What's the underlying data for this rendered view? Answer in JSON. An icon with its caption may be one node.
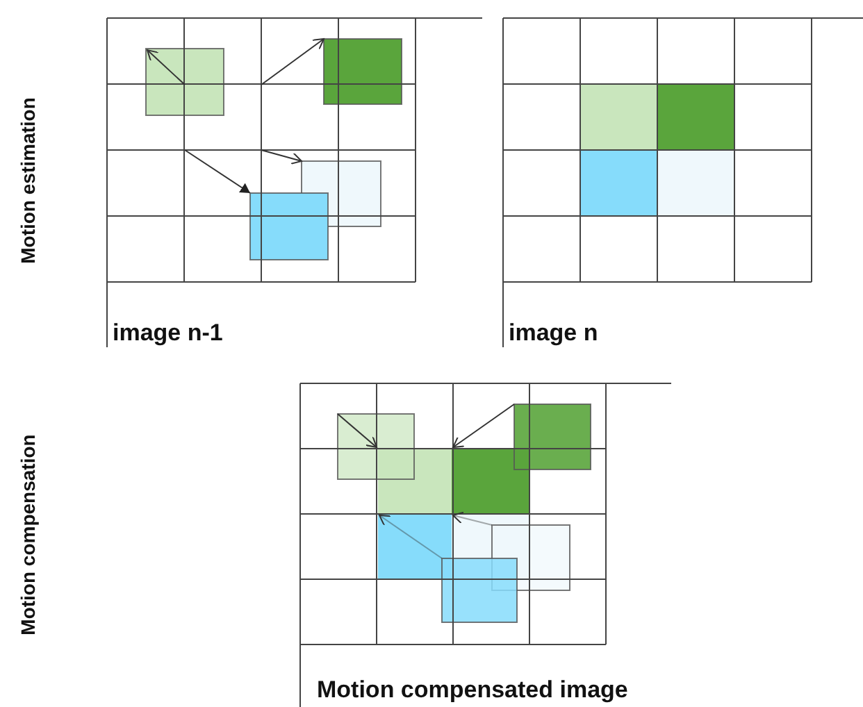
{
  "diagram": {
    "labels": [
      "Motion estimation",
      "image n-1",
      "image n",
      "Motion compensation",
      "Motion compensated image"
    ]
  }
}
